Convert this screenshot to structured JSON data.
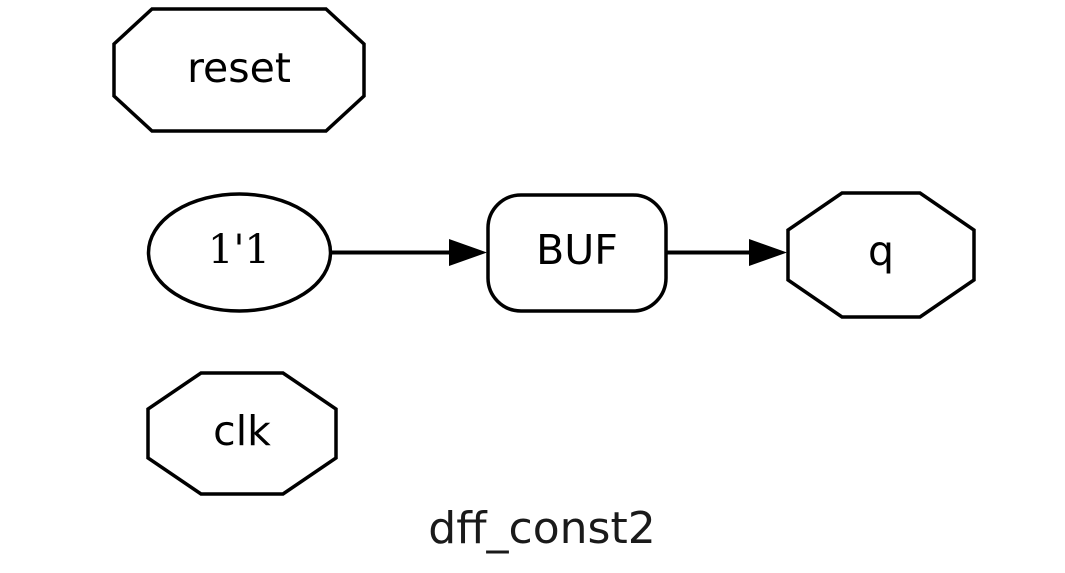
{
  "diagram": {
    "title": "dff_const2",
    "background_color": "#ffffff",
    "stroke_color": "#000000",
    "text_color": "#000000",
    "nodes": {
      "reset_port": {
        "label": "reset",
        "shape": "octagon",
        "role": "input-port",
        "connected": "false"
      },
      "clk_port": {
        "label": "clk",
        "shape": "octagon",
        "role": "input-port",
        "connected": "false"
      },
      "constant": {
        "label": "1'1",
        "shape": "ellipse",
        "role": "constant-driver"
      },
      "buffer": {
        "label": "BUF",
        "shape": "rounded-rectangle",
        "role": "cell"
      },
      "q_port": {
        "label": "q",
        "shape": "octagon",
        "role": "output-port",
        "connected": "true"
      }
    },
    "edges": [
      {
        "from": "1'1",
        "to": "BUF",
        "arrow": "true"
      },
      {
        "from": "BUF",
        "to": "q",
        "arrow": "true"
      }
    ]
  }
}
